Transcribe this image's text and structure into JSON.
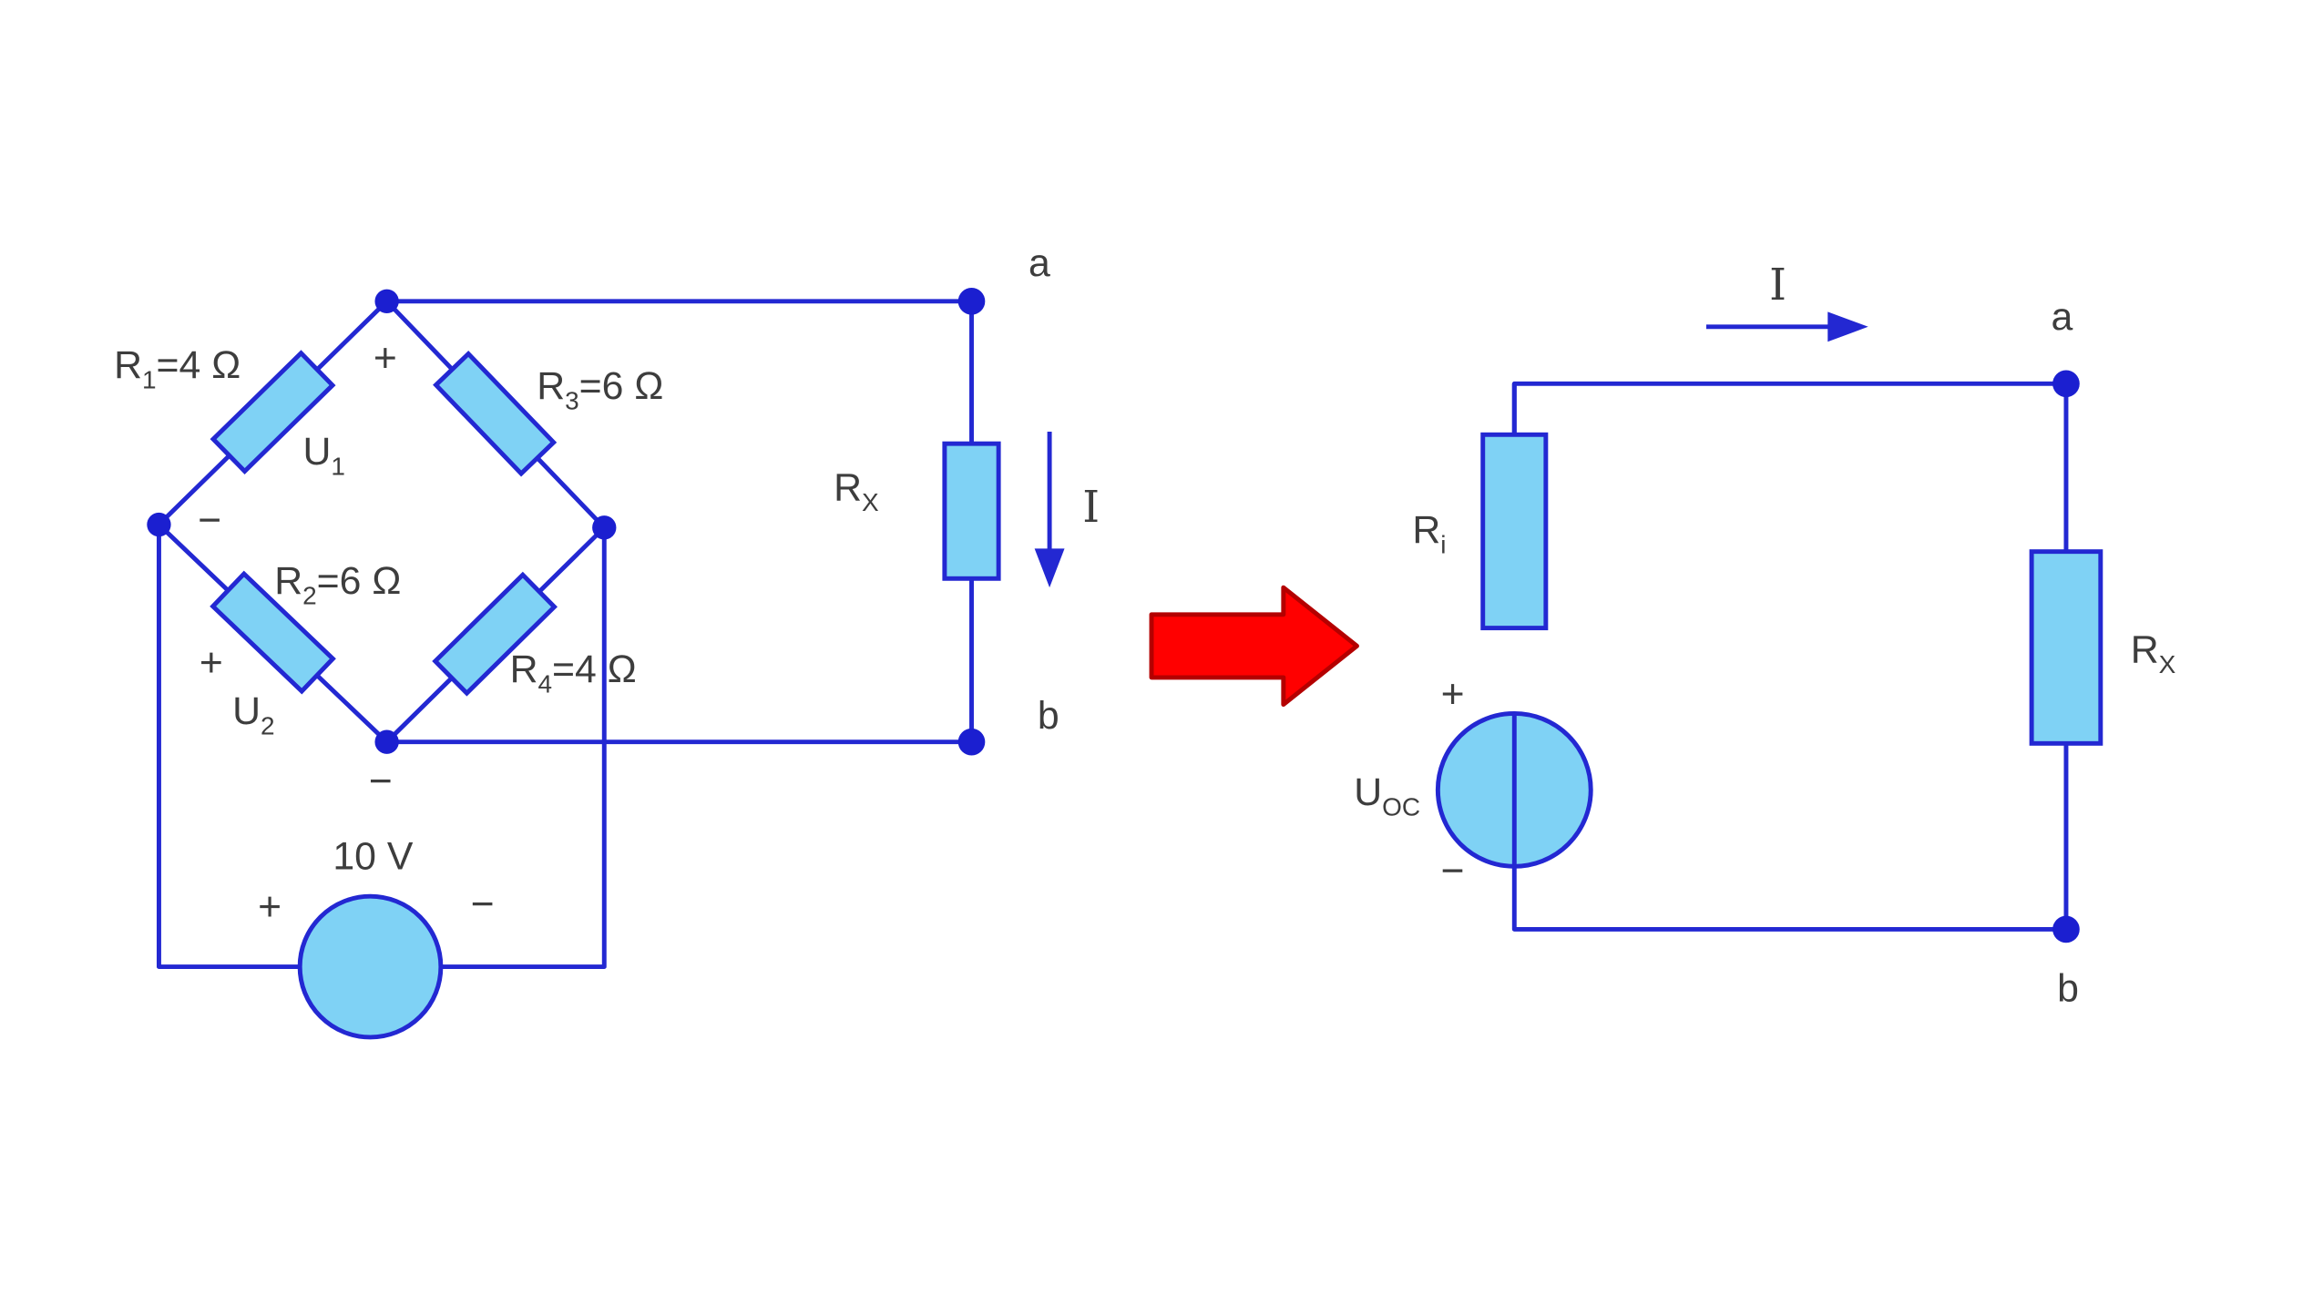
{
  "colors": {
    "wire": "#2328d2",
    "fill": "#7fd2f5",
    "node": "#1b1fd0",
    "arrow_fill": "#ff0000",
    "arrow_stroke": "#b40000",
    "text": "#3d3d3d"
  },
  "left": {
    "r1": {
      "base": "R",
      "sub": "1",
      "rest": "=4 Ω"
    },
    "r3": {
      "base": "R",
      "sub": "3",
      "rest": "=6 Ω"
    },
    "r2": {
      "base": "R",
      "sub": "2",
      "rest": "=6 Ω"
    },
    "r4": {
      "base": "R",
      "sub": "4",
      "rest": "=4 Ω"
    },
    "u1": {
      "base": "U",
      "sub": "1"
    },
    "u2": {
      "base": "U",
      "sub": "2"
    },
    "rx": {
      "base": "R",
      "sub": "X"
    },
    "source": "10 V",
    "source_plus": "+",
    "source_minus": "−",
    "u1_plus": "+",
    "u1_minus": "−",
    "u2_plus": "+",
    "u2_minus": "−",
    "a": "a",
    "b": "b",
    "i": "I"
  },
  "right": {
    "ri": {
      "base": "R",
      "sub": "i"
    },
    "uoc": {
      "base": "U",
      "sub": "OC"
    },
    "rx": {
      "base": "R",
      "sub": "X"
    },
    "plus": "+",
    "minus": "−",
    "a": "a",
    "b": "b",
    "i": "I"
  }
}
